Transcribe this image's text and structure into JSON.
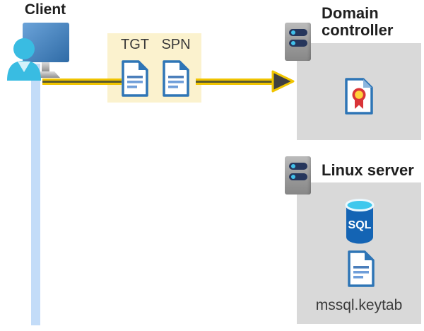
{
  "client": {
    "label": "Client",
    "icon": "person-at-computer-icon"
  },
  "ticket_box": {
    "tickets": [
      {
        "label": "TGT",
        "icon": "document-icon"
      },
      {
        "label": "SPN",
        "icon": "document-icon"
      }
    ]
  },
  "arrow": {
    "direction": "client-to-domain-controller"
  },
  "domain_controller": {
    "label": "Domain controller",
    "icons": [
      "server-icon",
      "certificate-icon"
    ]
  },
  "linux_server": {
    "label": "Linux server",
    "sql_label": "SQL",
    "keytab_label": "mssql.keytab",
    "icons": [
      "server-icon",
      "sql-database-icon",
      "document-icon"
    ]
  },
  "colors": {
    "highlight_box": "#FBF2CE",
    "arrow_yellow": "#F0C400",
    "arrow_core": "#5A5A2D",
    "arrowhead_fill": "#3F3F42",
    "client_timeline": "#C3DCF8",
    "panel_gray": "#D9D9D9",
    "document_blue": "#2E75B6",
    "document_line_blue": "#6F9ED9",
    "server_slot_navy": "#26365C",
    "server_dot_cyan": "#41C0EA",
    "sql_body_blue": "#1464B4",
    "sql_top_cyan": "#3FC8ED",
    "certificate_red": "#D93438",
    "certificate_gold": "#FFD23B",
    "person_cyan": "#39BCE2"
  }
}
